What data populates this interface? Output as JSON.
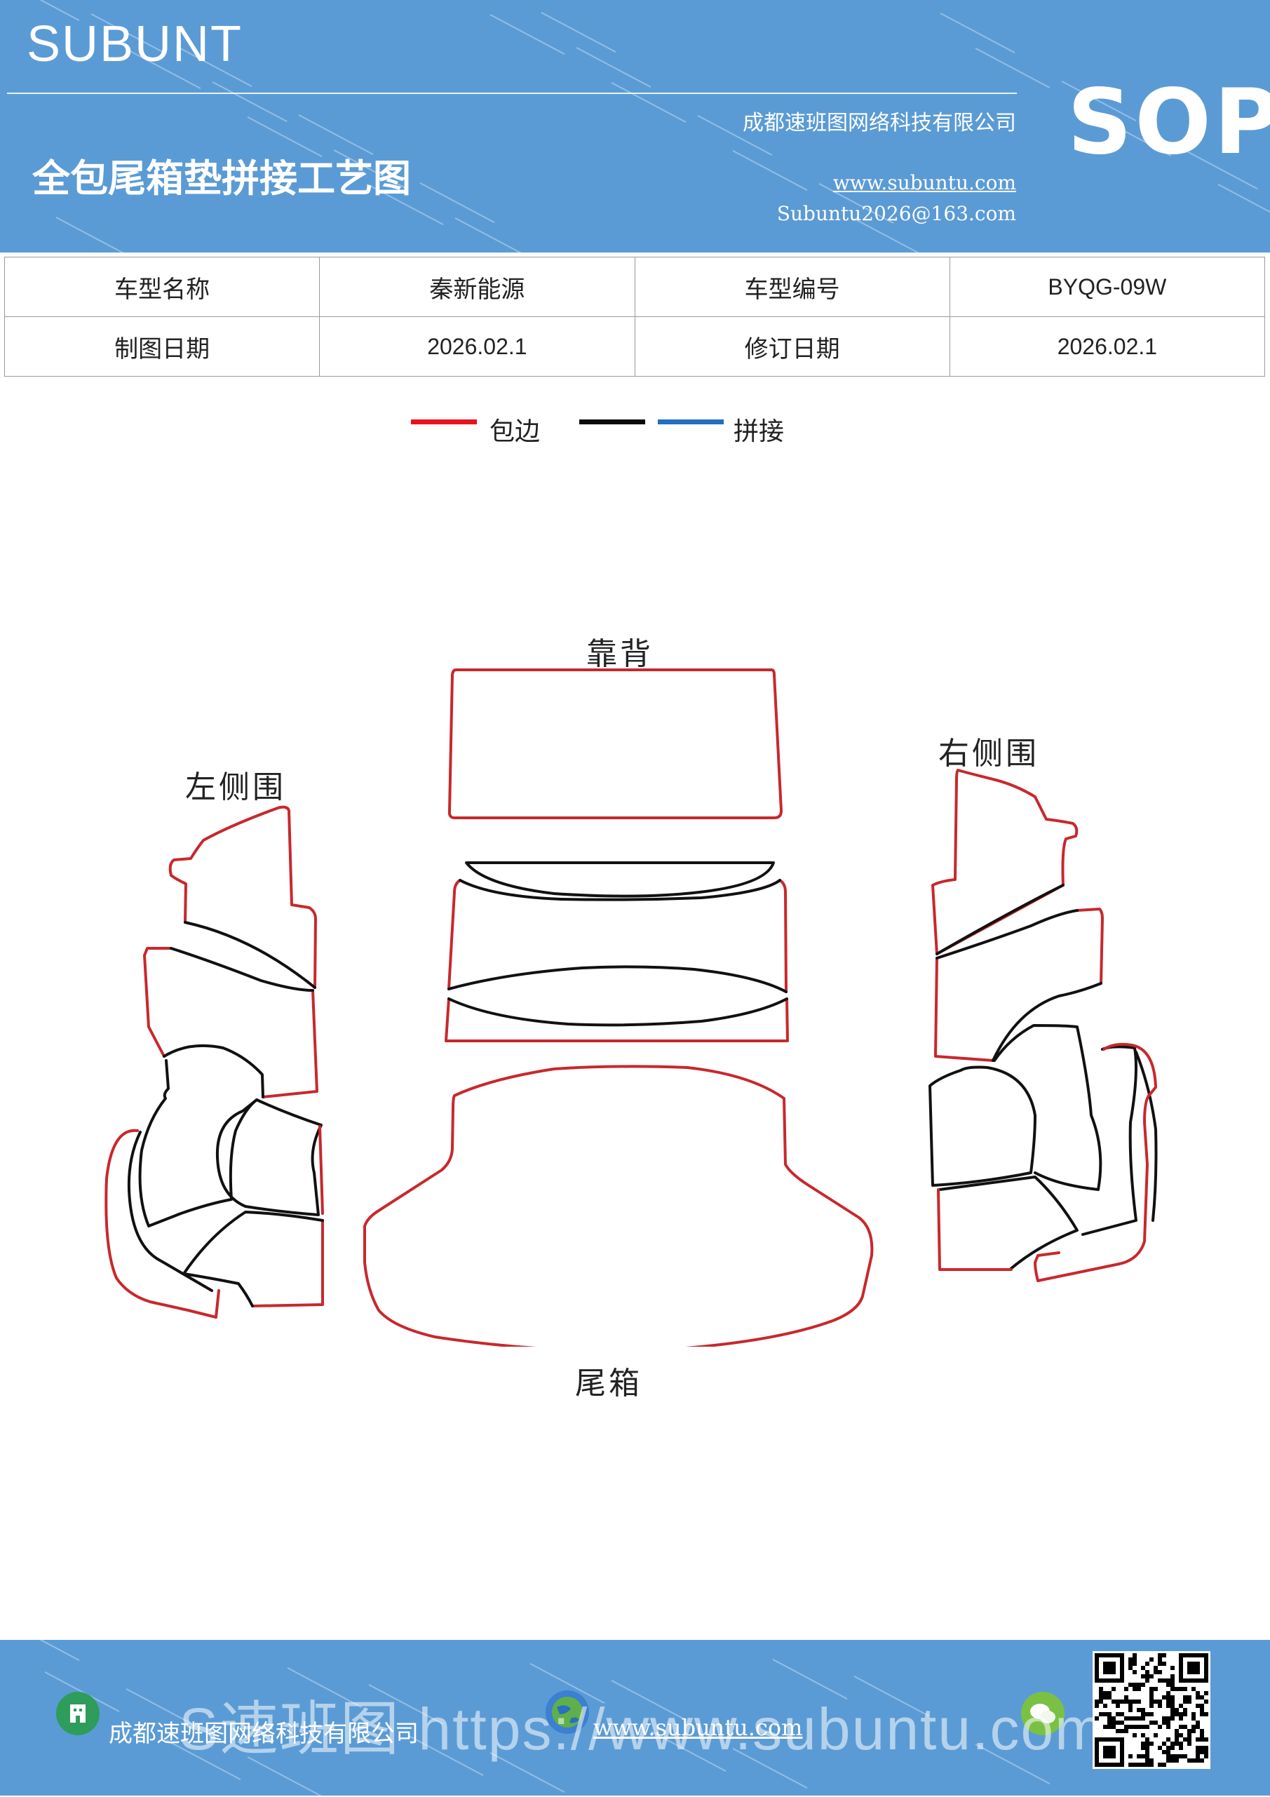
{
  "header": {
    "brand": "SUBUNT",
    "title": "全包尾箱垫拼接工艺图",
    "company": "成都速班图网络科技有限公司",
    "website": "www.subuntu.com",
    "email": "Subuntu2026@163.com",
    "badge": "SOP",
    "color": "#5b9bd5"
  },
  "info_table": {
    "rows": [
      [
        "车型名称",
        "秦新能源",
        "车型编号",
        "BYQG-09W"
      ],
      [
        "制图日期",
        "2026.02.1",
        "修订日期",
        "2026.02.1"
      ]
    ]
  },
  "legend": {
    "items": [
      {
        "color": "#e8141b",
        "label": "包边"
      },
      {
        "color": "#0a0a0a",
        "label": ""
      },
      {
        "color": "#1f6fc2",
        "label": "拼接"
      }
    ]
  },
  "diagram": {
    "labels": {
      "back": "靠背",
      "left": "左侧围",
      "right": "右侧围",
      "trunk": "尾箱"
    },
    "edge_color": "#c8282c",
    "seam_color": "#111111"
  },
  "footer": {
    "company": "成都速班图网络科技有限公司",
    "website": "www.subuntu.com",
    "overlay": "S速班图 https://www.subuntu.com",
    "icons": [
      "building-icon",
      "globe-icon",
      "wechat-icon"
    ]
  }
}
